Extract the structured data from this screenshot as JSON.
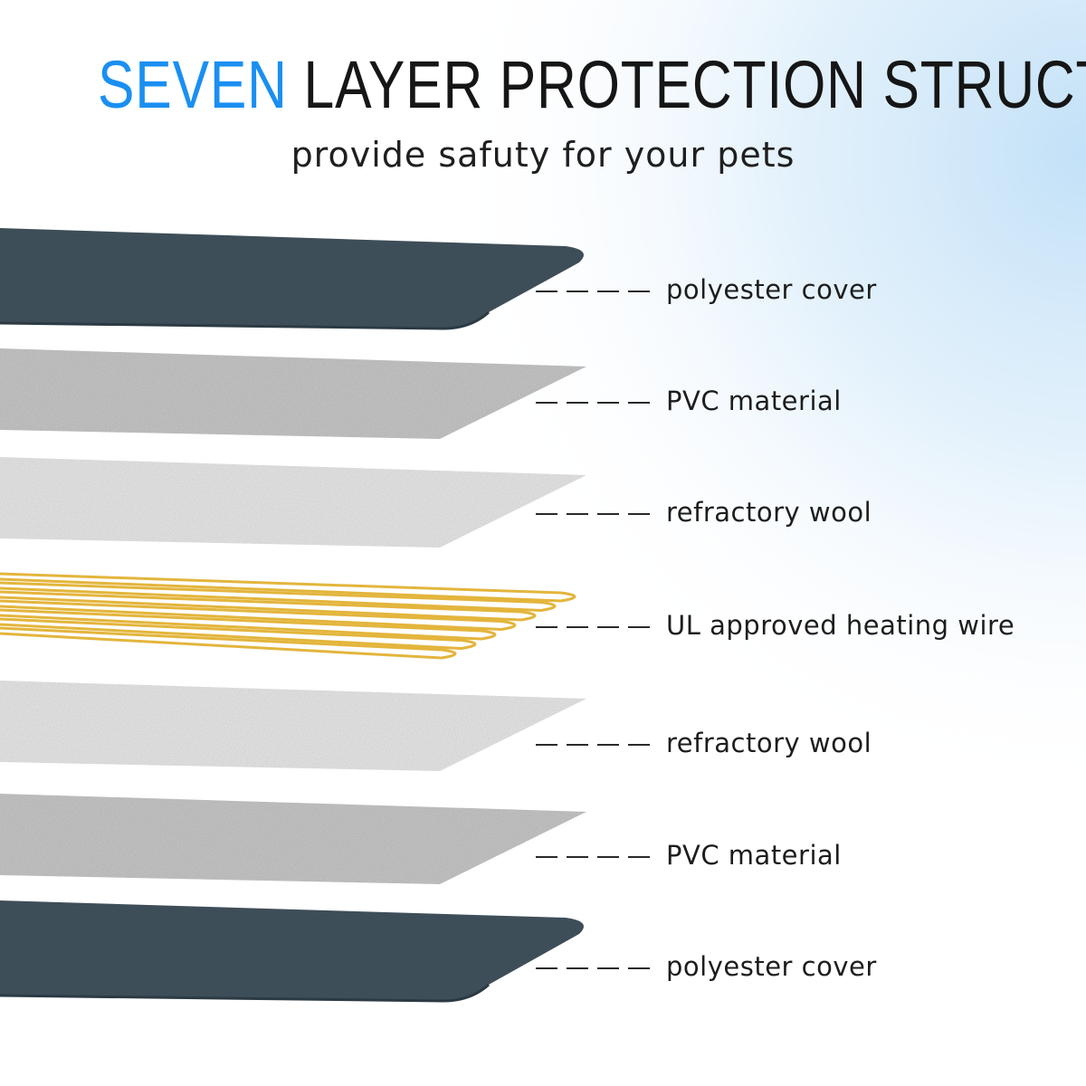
{
  "header": {
    "title_accent": "SEVEN",
    "title_rest": "LAYER PROTECTION STRUCTURE",
    "subtitle": "provide safuty for your pets"
  },
  "colors": {
    "accent": "#1a8ff2",
    "cover": "#3e4e59",
    "pvc": "#c8c8c8",
    "wool": "#e9e9e9",
    "wire": "#e3b53c",
    "text": "#1d1d1d",
    "glow": "#cfe6f8"
  },
  "layers": [
    {
      "type": "cover",
      "label": "polyester cover"
    },
    {
      "type": "pvc",
      "label": "PVC material"
    },
    {
      "type": "wool",
      "label": "refractory wool"
    },
    {
      "type": "wire",
      "label": "UL approved heating wire"
    },
    {
      "type": "wool",
      "label": "refractory wool"
    },
    {
      "type": "pvc",
      "label": "PVC material"
    },
    {
      "type": "cover",
      "label": "polyester cover"
    }
  ]
}
